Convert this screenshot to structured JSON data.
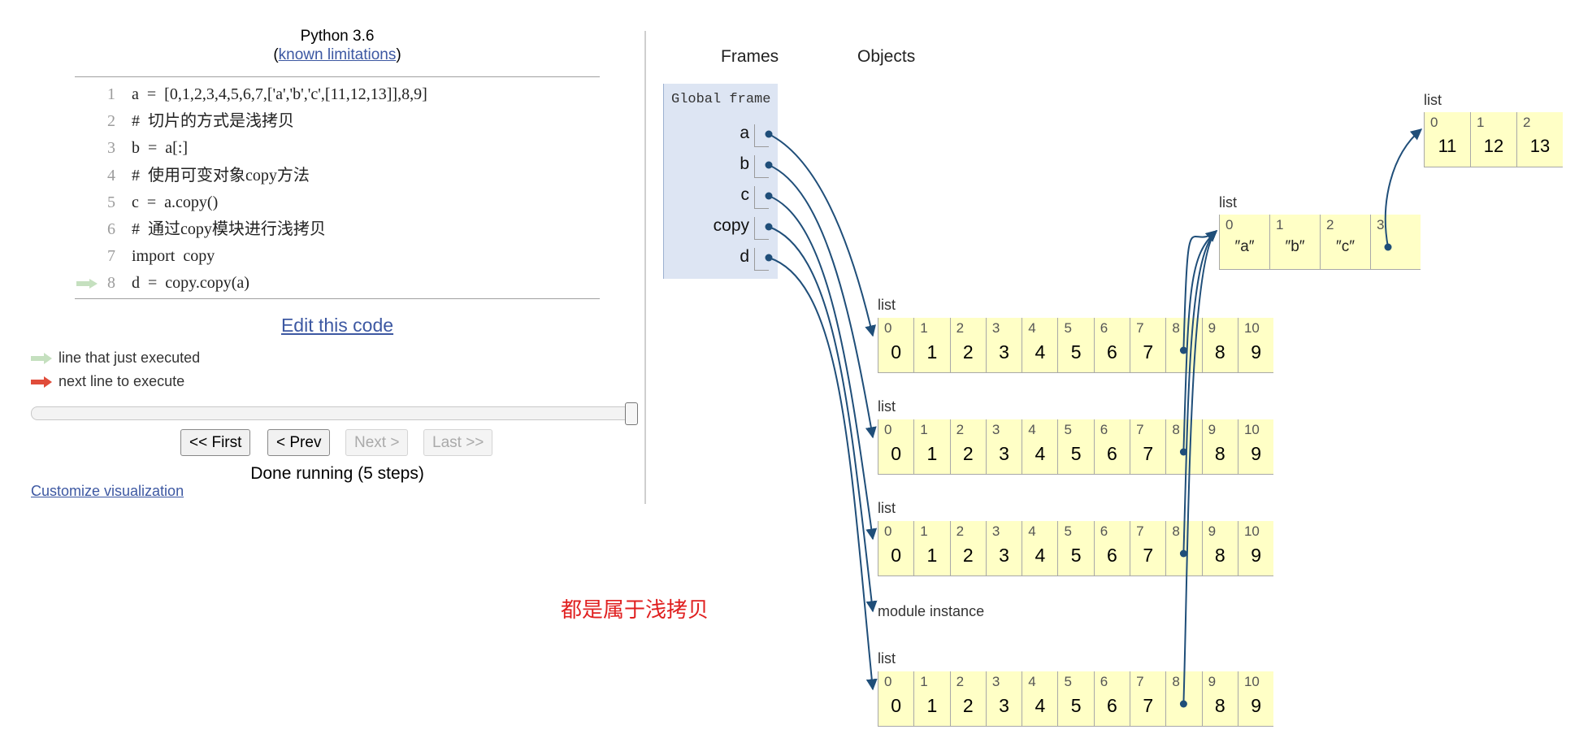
{
  "header": {
    "language": "Python 3.6",
    "limits_prefix": "(",
    "limits_link": "known limitations",
    "limits_suffix": ")"
  },
  "code": {
    "lines": [
      {
        "n": "1",
        "text": "a  =  [0,1,2,3,4,5,6,7,['a','b','c',[11,12,13]],8,9]"
      },
      {
        "n": "2",
        "text": "#  切片的方式是浅拷贝"
      },
      {
        "n": "3",
        "text": "b  =  a[:]"
      },
      {
        "n": "4",
        "text": "#  使用可变对象copy方法"
      },
      {
        "n": "5",
        "text": "c  =  a.copy()"
      },
      {
        "n": "6",
        "text": "#  通过copy模块进行浅拷贝"
      },
      {
        "n": "7",
        "text": "import  copy"
      },
      {
        "n": "8",
        "text": "d  =  copy.copy(a)"
      }
    ],
    "current_line": "8"
  },
  "edit_link": "Edit this code",
  "legend": {
    "just_executed": "line that just executed",
    "next_line": "next line to execute",
    "just_executed_color": "#c5e0bf",
    "next_line_color": "#e04c3a"
  },
  "controls": {
    "first": "<< First",
    "prev": "< Prev",
    "next": "Next >",
    "last": "Last >>",
    "status": "Done running (5 steps)",
    "slider_progress": 1.0
  },
  "customize_link": "Customize visualization",
  "viz": {
    "frames_header": "Frames",
    "objects_header": "Objects",
    "global_frame_title": "Global frame",
    "variables": [
      "a",
      "b",
      "c",
      "copy",
      "d"
    ],
    "list_label": "list",
    "module_label": "module instance",
    "main_list": {
      "indices": [
        "0",
        "1",
        "2",
        "3",
        "4",
        "5",
        "6",
        "7",
        "8",
        "9",
        "10"
      ],
      "values": [
        "0",
        "1",
        "2",
        "3",
        "4",
        "5",
        "6",
        "7",
        "",
        "8",
        "9"
      ]
    },
    "inner_list": {
      "indices": [
        "0",
        "1",
        "2",
        "3"
      ],
      "values": [
        "″a″",
        "″b″",
        "″c″",
        ""
      ]
    },
    "nested_list": {
      "indices": [
        "0",
        "1",
        "2"
      ],
      "values": [
        "11",
        "12",
        "13"
      ]
    },
    "pointer_color": "#1f4e79",
    "cell_color": "#ffffc6",
    "frame_color": "#dde5f3"
  },
  "note": "都是属于浅拷贝"
}
